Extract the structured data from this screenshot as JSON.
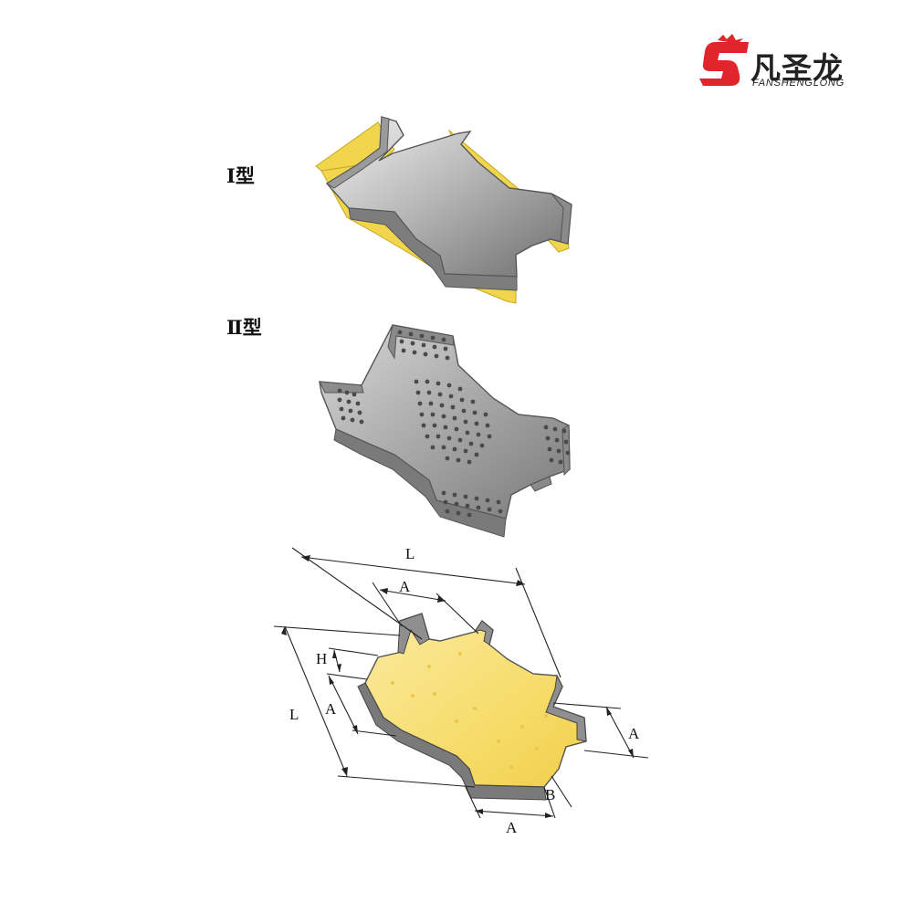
{
  "logo": {
    "chinese_name": "凡圣龙",
    "english_name": "FANSHENGLONG",
    "brand_red": "#e0262b"
  },
  "figures": [
    {
      "label": "Ⅰ型"
    },
    {
      "label": "Ⅱ型"
    }
  ],
  "dimensions": {
    "length": "L",
    "width": "A",
    "height": "H",
    "side": "B"
  },
  "colors": {
    "steel_light": "#e2e2e2",
    "steel_dark": "#6b6b6b",
    "insulation_yellow": "#f6dc6a"
  }
}
